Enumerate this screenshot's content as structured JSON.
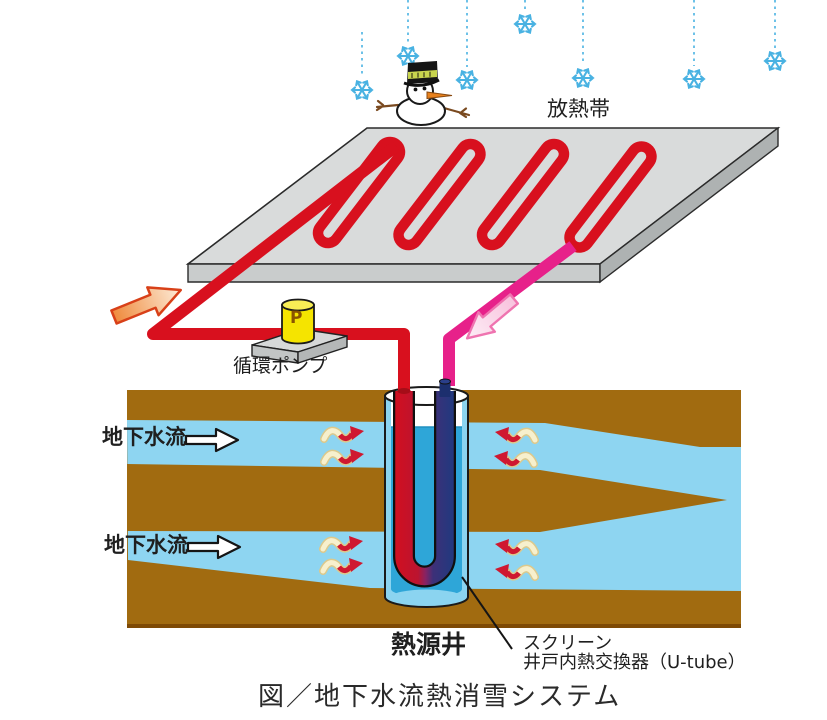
{
  "figure_caption": "図／地下水流熱消雪システム",
  "labels": {
    "radiant_zone": "放熱帯",
    "circulation_pump": "循環ポンプ",
    "pump_symbol": "P",
    "groundwater_flow_upper": "地下水流",
    "groundwater_flow_lower": "地下水流",
    "heat_source_well": "熱源井",
    "screen": "スクリーン",
    "well_heat_exchanger": "井戸内熱交換器（U-tube）"
  },
  "icons": {
    "snowflake": "snowflake-icon",
    "snowman": "snowman-icon",
    "pump_cylinder": "pump-cylinder-icon",
    "supply_flow_arrow": "supply-flow-arrow-icon",
    "return_flow_arrow": "return-flow-arrow-icon",
    "groundwater_arrow": "groundwater-flow-arrow-icon",
    "heat_transfer_squiggle": "heat-transfer-squiggle-icon"
  },
  "colors": {
    "snow_blue": "#49b2e2",
    "plate_gray": "#d9dbdb",
    "coil_hot_red": "#d8101e",
    "coil_warm_magenta": "#e61b7c",
    "return_pipe_pink": "#e7218a",
    "pump_yellow": "#f5e400",
    "earth_brown": "#a16b10",
    "aquifer_blue": "#8ed5f1",
    "well_water_blue": "#2ea6d8",
    "cold_pipe_navy": "#24387e",
    "text": "#1f1f1f"
  }
}
